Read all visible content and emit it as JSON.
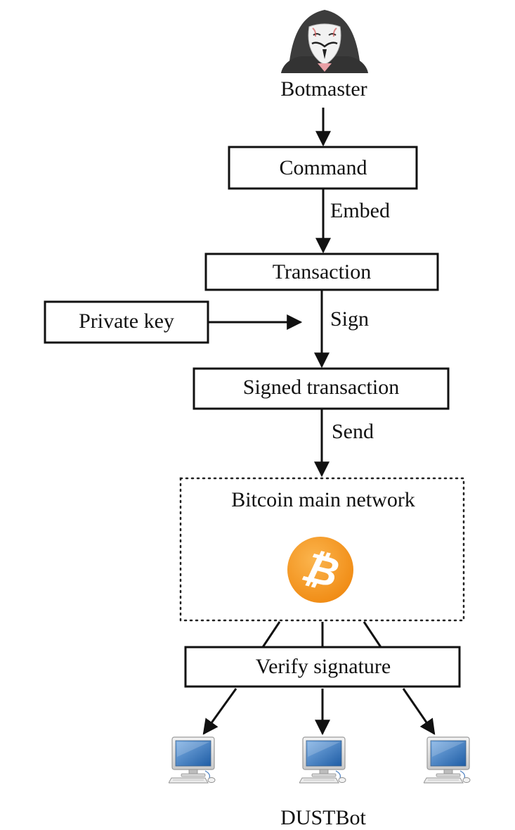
{
  "nodes": {
    "botmaster": "Botmaster",
    "command": "Command",
    "transaction": "Transaction",
    "private_key": "Private key",
    "signed_transaction": "Signed transaction",
    "network": "Bitcoin main network",
    "verify": "Verify signature",
    "dustbot": "DUSTBot"
  },
  "edges": {
    "embed": "Embed",
    "sign": "Sign",
    "send": "Send"
  },
  "icons": {
    "botmaster": "hooded-hacker-icon",
    "bitcoin": "bitcoin-logo-icon",
    "bot": "desktop-computer-icon"
  },
  "colors": {
    "line": "#111111",
    "bitcoin_orange": "#F7931A",
    "screen_blue": "#2a6fb5"
  }
}
